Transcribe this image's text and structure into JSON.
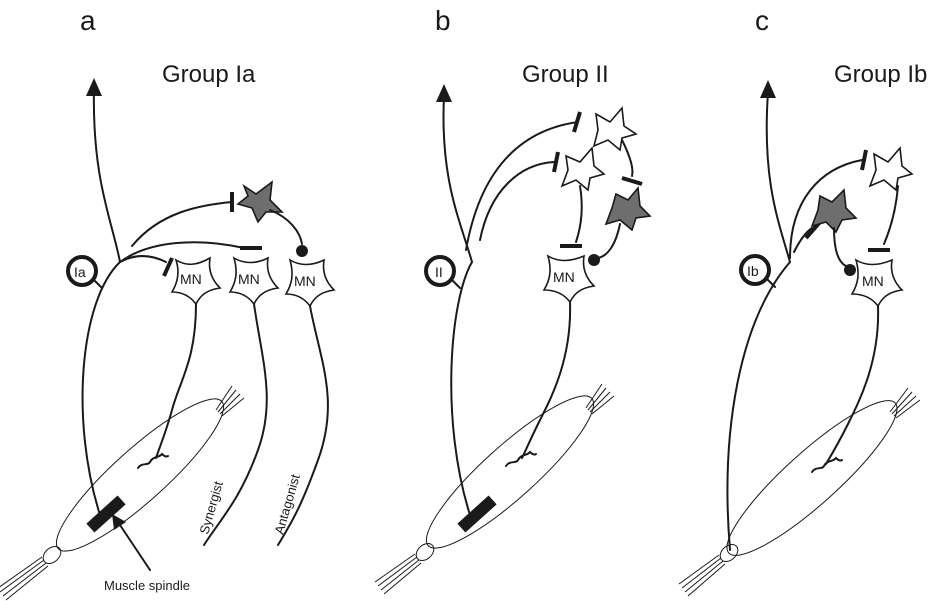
{
  "panels": [
    {
      "letter": "a",
      "title": "Group Ia",
      "fiber": "Ia",
      "mn_labels": [
        "MN",
        "MN",
        "MN"
      ],
      "labels": {
        "synergist": "Synergist",
        "antagonist": "Antagonist",
        "spindle": "Muscle spindle"
      }
    },
    {
      "letter": "b",
      "title": "Group II",
      "fiber": "II",
      "mn_labels": [
        "MN"
      ]
    },
    {
      "letter": "c",
      "title": "Group Ib",
      "fiber": "Ib",
      "mn_labels": [
        "MN"
      ]
    }
  ],
  "colors": {
    "ink": "#1a1a1a",
    "inhibitory_interneuron": "#6e6e6e",
    "excitatory_interneuron": "#ffffff"
  }
}
